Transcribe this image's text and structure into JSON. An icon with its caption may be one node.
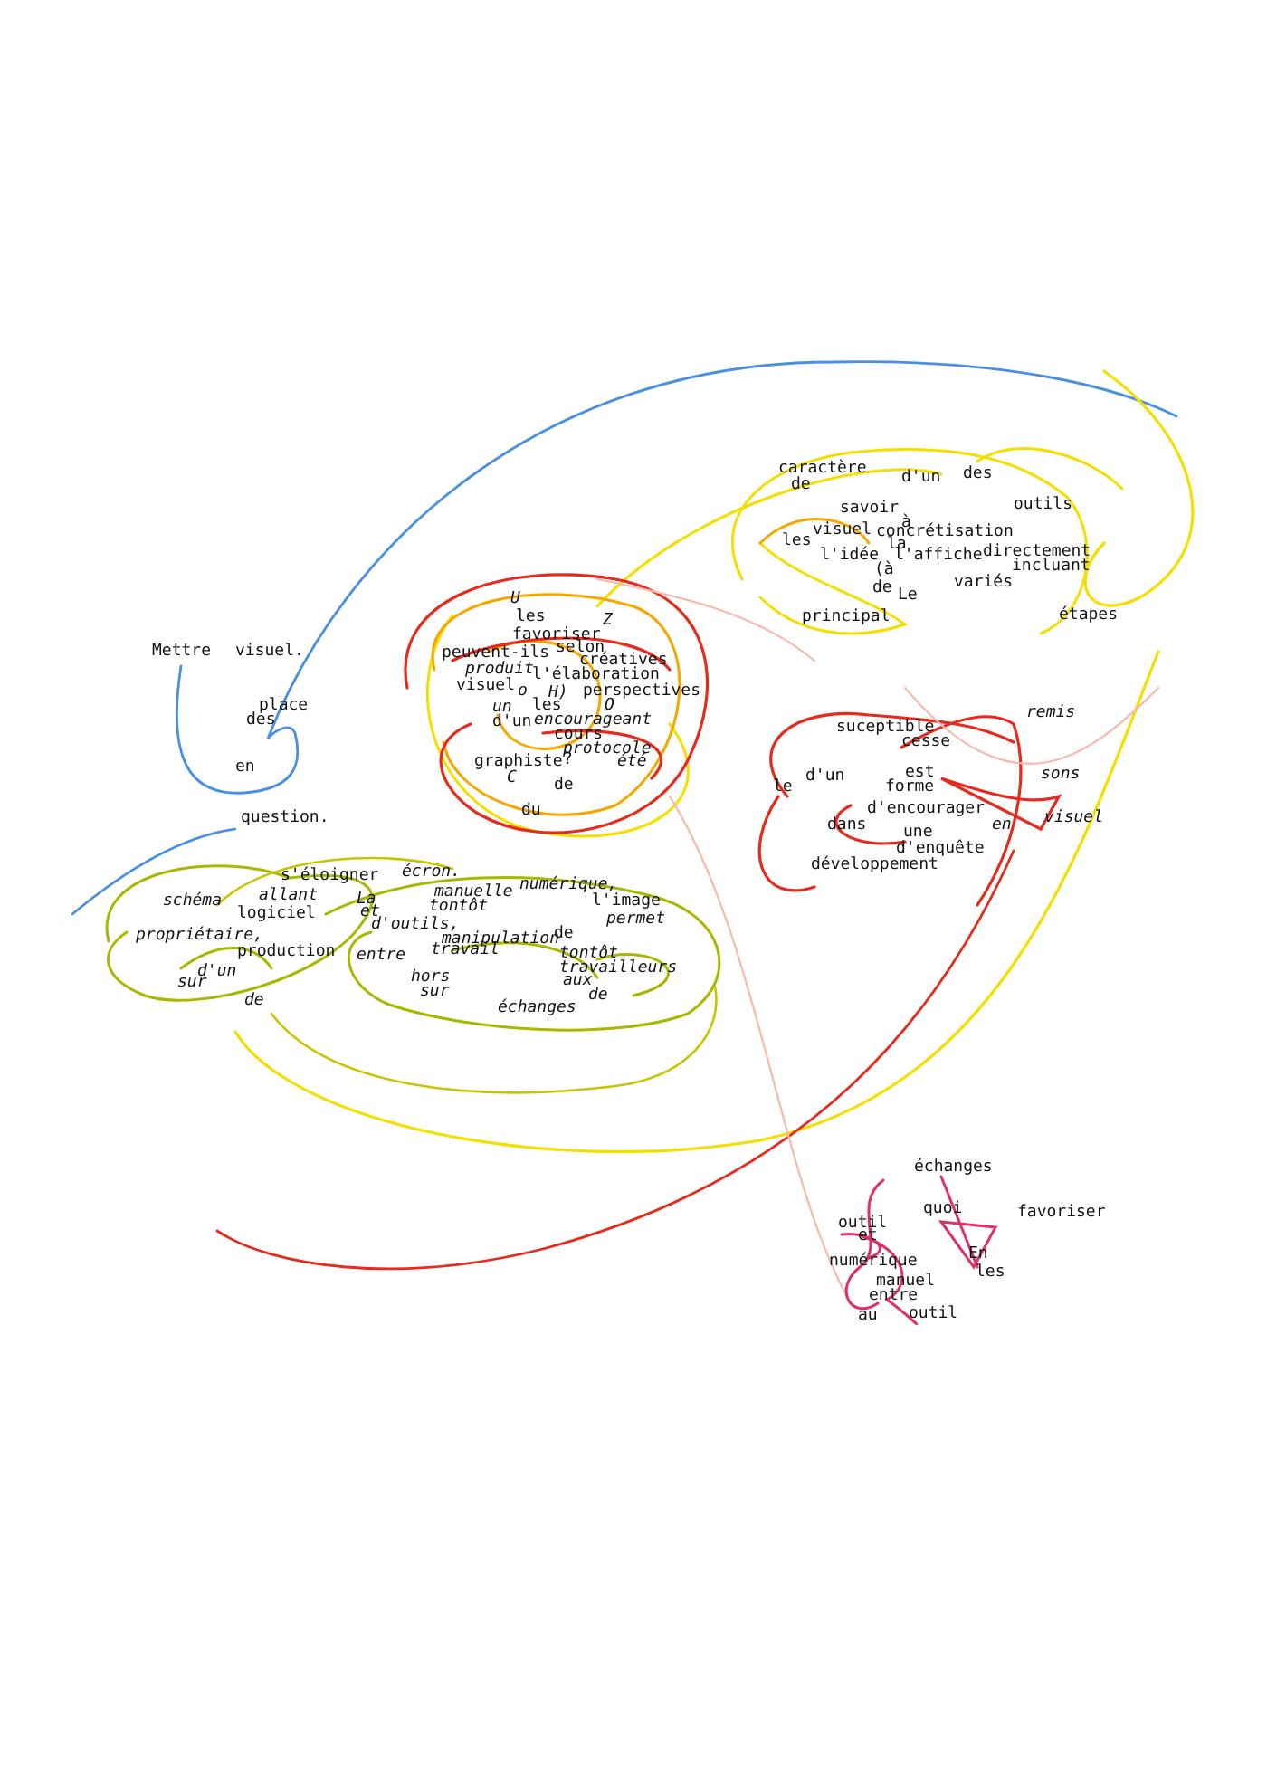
{
  "diagram": {
    "labels": [
      "Mettre",
      "visuel.",
      "place",
      "des",
      "en",
      "question.",
      "U",
      "les",
      "Z",
      "favoriser",
      "peuvent-ils",
      "selon",
      "créatives",
      "produit",
      "l'élaboration",
      "visuel",
      "o",
      "H)",
      "perspectives",
      "un",
      "les",
      "O",
      "d'un",
      "encourageant",
      "cours",
      "protocole",
      "graphiste",
      "?",
      "été",
      "C",
      "de",
      "du",
      "caractère",
      "de",
      "d'un",
      "des",
      "savoir",
      "à",
      "outils",
      "visuel",
      "concrétisation",
      "les",
      "la",
      "l'idée",
      "l'affiche",
      "directement",
      "incluant",
      "(à",
      "variés",
      "de",
      "Le",
      "principal",
      "étapes",
      "remis",
      "suceptible",
      "cesse",
      "est",
      "sons",
      "d'un",
      "le",
      "forme",
      "d'encourager",
      "dans",
      "en",
      "visuel",
      "une",
      "d'enquête",
      "développement",
      "écron.",
      "s'éloigner",
      "numérique,",
      "manuelle",
      "allant",
      "schéma",
      "La",
      "l'image",
      "tontôt",
      "et",
      "logiciel",
      "d'outils,",
      "permet",
      "de",
      "propriétaire,",
      "manipulation",
      "production",
      "travail",
      "entre",
      "tontôt",
      "d'un",
      "travailleurs",
      "hors",
      "sur",
      "aux",
      "sur",
      "de",
      "de",
      "échanges",
      "échanges",
      "quoi",
      "favoriser",
      "outil",
      "et",
      "En",
      "numérique",
      "les",
      "manuel",
      "entre",
      "au",
      "outil"
    ]
  }
}
